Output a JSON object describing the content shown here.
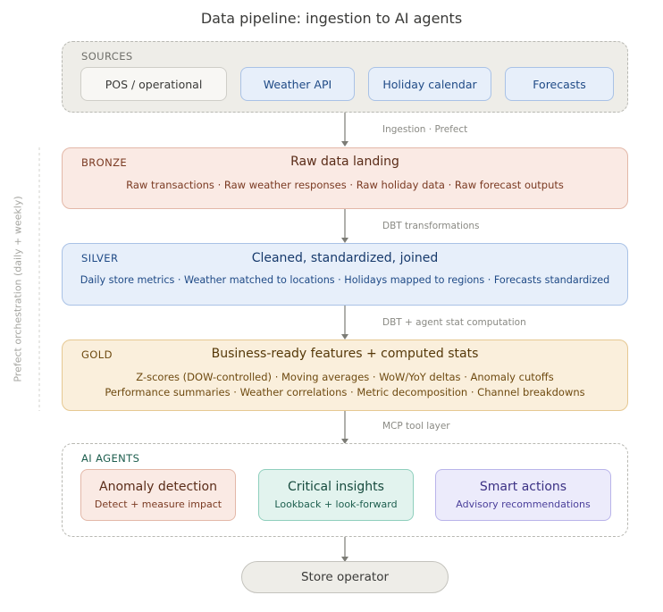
{
  "title": "Data pipeline: ingestion to AI agents",
  "orchestration_label": "Prefect orchestration (daily + weekly)",
  "sources": {
    "label": "SOURCES",
    "items": [
      "POS / operational",
      "Weather API",
      "Holiday calendar",
      "Forecasts"
    ]
  },
  "connectors": [
    "Ingestion · Prefect",
    "DBT transformations",
    "DBT + agent stat computation",
    "MCP tool layer"
  ],
  "bronze": {
    "label": "BRONZE",
    "heading": "Raw data landing",
    "line1": "Raw transactions · Raw weather responses · Raw holiday data · Raw forecast outputs"
  },
  "silver": {
    "label": "SILVER",
    "heading": "Cleaned, standardized, joined",
    "line1": "Daily store metrics · Weather matched to locations · Holidays mapped to regions · Forecasts standardized"
  },
  "gold": {
    "label": "GOLD",
    "heading": "Business-ready features + computed stats",
    "line1": "Z-scores (DOW-controlled) · Moving averages · WoW/YoY deltas · Anomaly cutoffs",
    "line2": "Performance summaries · Weather correlations · Metric decomposition · Channel breakdowns"
  },
  "agents": {
    "label": "AI AGENTS",
    "items": [
      {
        "title": "Anomaly detection",
        "subtitle": "Detect + measure impact"
      },
      {
        "title": "Critical insights",
        "subtitle": "Lookback + look-forward"
      },
      {
        "title": "Smart actions",
        "subtitle": "Advisory recommendations"
      }
    ]
  },
  "output": {
    "label": "Store operator"
  },
  "colors": {
    "bronze_bg": "#faeae4",
    "bronze_border": "#e3b8a8",
    "bronze_text": "#7a3a22",
    "silver_bg": "#e7effa",
    "silver_border": "#a9c2e6",
    "silver_text": "#1f4a86",
    "gold_bg": "#faefdc",
    "gold_border": "#e6c892",
    "gold_text": "#6e4a10",
    "teal_bg": "#e2f3ee",
    "teal_border": "#8fcfbd",
    "teal_text": "#1d5e4e",
    "purple_bg": "#ecebfb",
    "purple_border": "#b9b4ea",
    "purple_text": "#4a3f9a"
  }
}
